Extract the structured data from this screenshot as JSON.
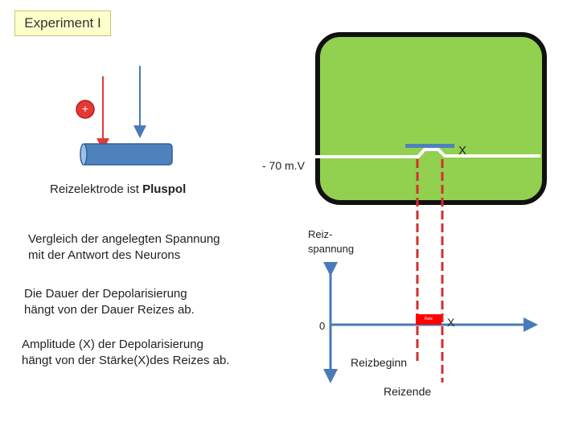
{
  "title": "Experiment I",
  "electrode": {
    "sign": "+"
  },
  "screen": {
    "resting_label": "- 70 m.V",
    "x_label": "X"
  },
  "texts": {
    "electrode_caption": "Reizelektrode ist ",
    "electrode_caption_bold": "Pluspol",
    "comparison_line1": "Vergleich der angelegten Spannung",
    "comparison_line2": "mit der Antwort des Neurons",
    "duration_line1": "Die Dauer der Depolarisierung",
    "duration_line2": "hängt von der Dauer  Reizes ab.",
    "amplitude_line1": "Amplitude (X) der Depolarisierung",
    "amplitude_line2": "hängt von der Stärke(X)des Reizes ab."
  },
  "graph": {
    "y_label_line1": "Reiz-",
    "y_label_line2": "spannung",
    "zero": "0",
    "stimulus_box_text": "Reiz",
    "x_label": "X",
    "start_label": "Reizbeginn",
    "end_label": "Reizende"
  },
  "colors": {
    "screen_fill": "#92d050",
    "neuron_fill": "#4f81bd",
    "electrode_red": "#e53935",
    "dashed_red": "#d32f2f",
    "axis_blue": "#4a7ab8",
    "title_fill": "#ffffcc"
  }
}
